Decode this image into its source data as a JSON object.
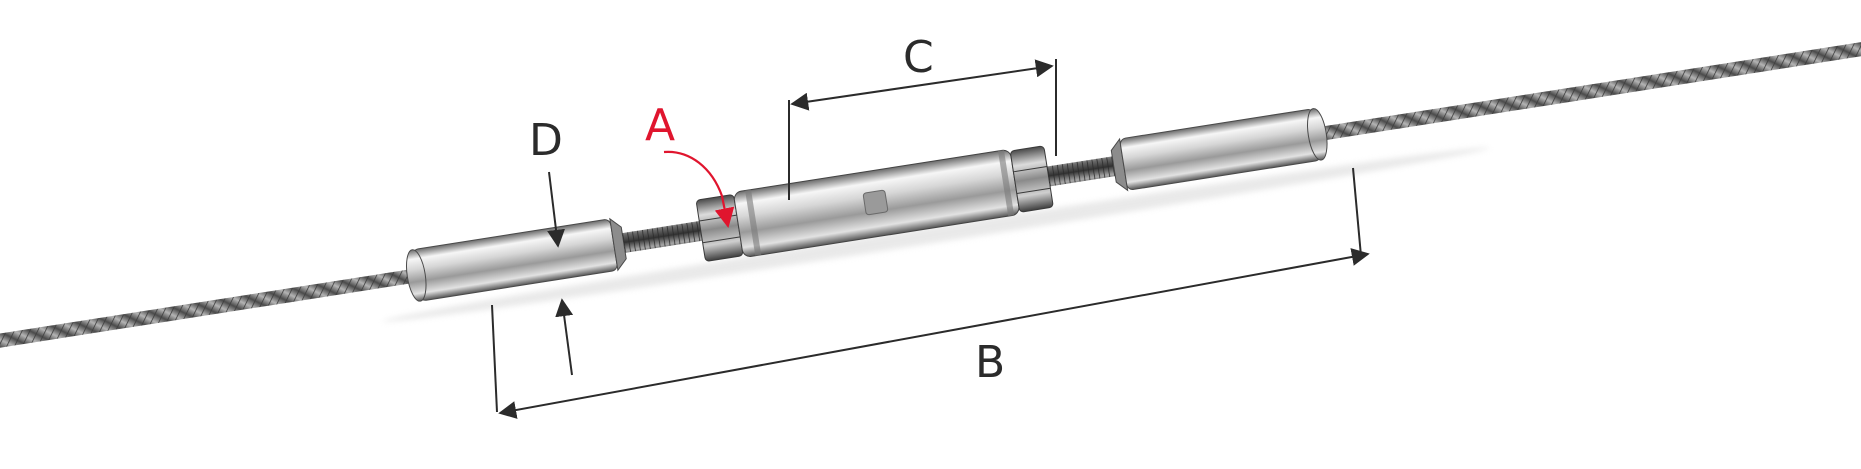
{
  "labels": {
    "a": "A",
    "b": "B",
    "c": "C",
    "d": "D"
  },
  "colors": {
    "background": "#ffffff",
    "dimension_line": "#2b2b2b",
    "highlight": "#e0152e",
    "steel_light": "#f4f4f4",
    "steel_mid": "#b9b9b9",
    "steel_dark": "#5a5a5a",
    "cable": "#6e6e6e"
  }
}
